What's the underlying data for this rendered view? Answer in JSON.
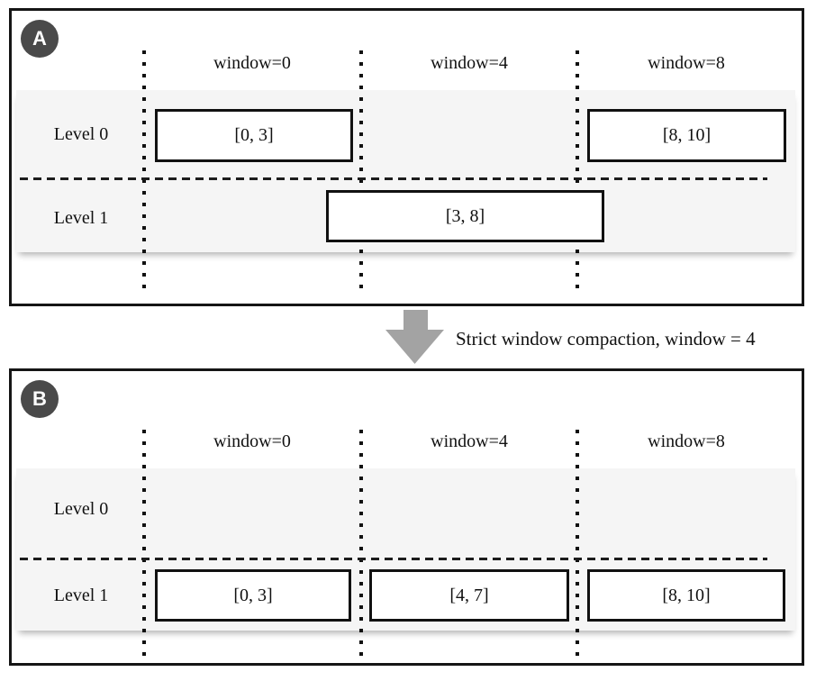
{
  "figure": {
    "arrow_label": "Strict window compaction, window = 4"
  },
  "panels": [
    {
      "badge": "A",
      "column_headers": [
        "window=0",
        "window=4",
        "window=8"
      ],
      "rows": [
        {
          "label": "Level 0"
        },
        {
          "label": "Level 1"
        }
      ],
      "boxes": [
        {
          "label": "[0, 3]",
          "level": "Level 0",
          "window": "window=0"
        },
        {
          "label": "[8, 10]",
          "level": "Level 0",
          "window": "window=8"
        },
        {
          "label": "[3, 8]",
          "level": "Level 1",
          "window": "spans window=0 through window=8"
        }
      ]
    },
    {
      "badge": "B",
      "column_headers": [
        "window=0",
        "window=4",
        "window=8"
      ],
      "rows": [
        {
          "label": "Level 0"
        },
        {
          "label": "Level 1"
        }
      ],
      "boxes": [
        {
          "label": "[0, 3]",
          "level": "Level 1",
          "window": "window=0"
        },
        {
          "label": "[4, 7]",
          "level": "Level 1",
          "window": "window=4"
        },
        {
          "label": "[8, 10]",
          "level": "Level 1",
          "window": "window=8"
        }
      ]
    }
  ],
  "colors": {
    "level_band": "#f5f5f5",
    "badge_circle": "#4a4a4a",
    "arrow": "#a3a3a3",
    "line": "#111111",
    "background": "#ffffff"
  }
}
